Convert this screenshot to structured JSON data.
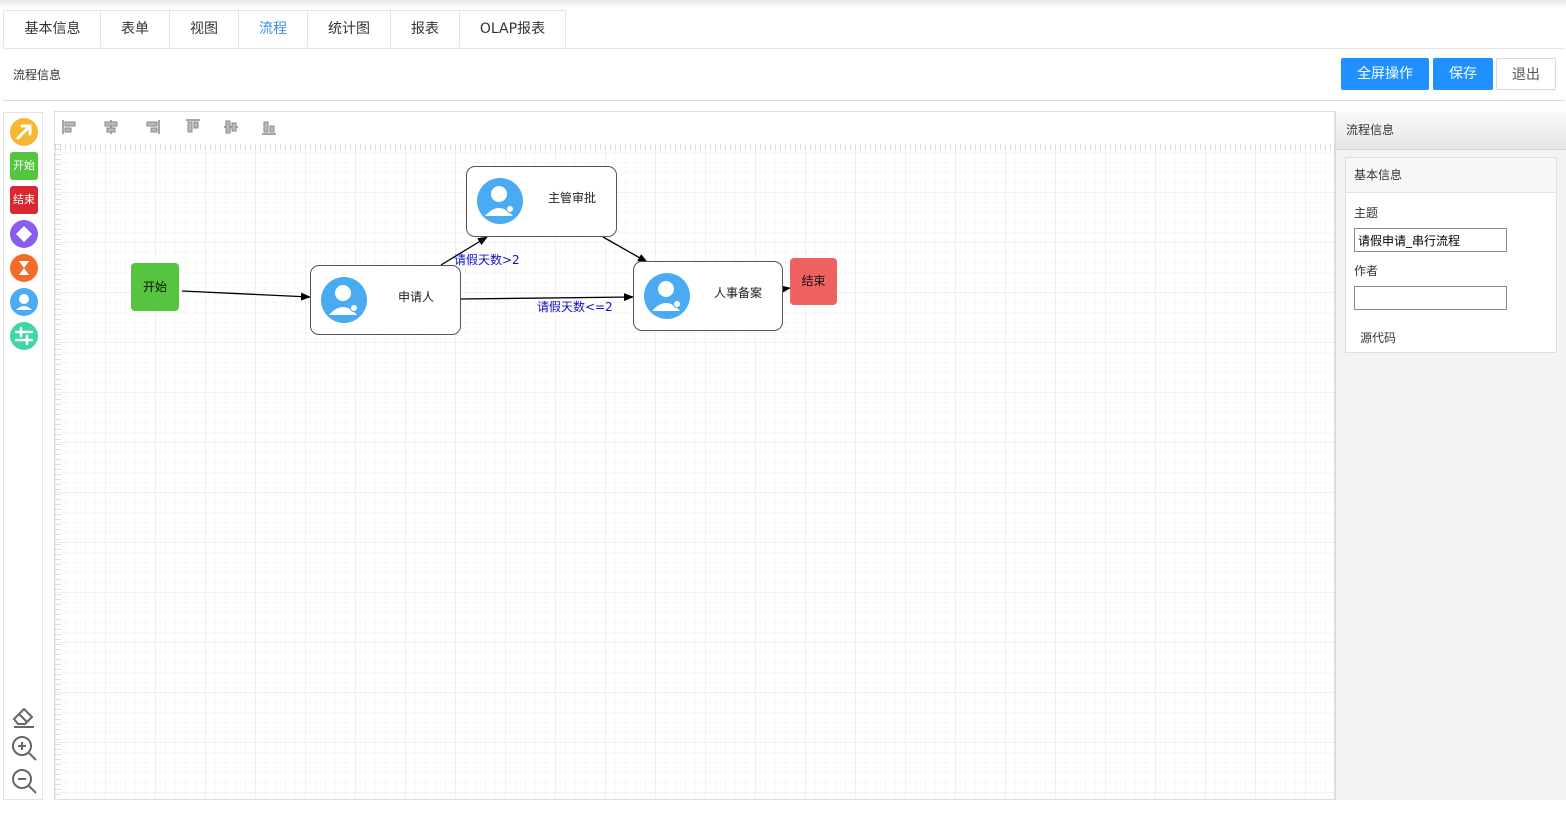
{
  "tabs": [
    {
      "label": "基本信息"
    },
    {
      "label": "表单"
    },
    {
      "label": "视图"
    },
    {
      "label": "流程",
      "active": true
    },
    {
      "label": "统计图"
    },
    {
      "label": "报表"
    },
    {
      "label": "OLAP报表"
    }
  ],
  "toolbar": {
    "title": "流程信息",
    "fullscreen_label": "全屏操作",
    "save_label": "保存",
    "exit_label": "退出"
  },
  "palette": {
    "start_label": "开始",
    "end_label": "结束"
  },
  "diagram": {
    "start_label": "开始",
    "end_label": "结束",
    "nodes": [
      {
        "label": "申请人"
      },
      {
        "label": "主管审批"
      },
      {
        "label": "人事备案"
      }
    ],
    "edges": [
      {
        "label": "请假天数>2"
      },
      {
        "label": "请假天数<=2"
      }
    ]
  },
  "right_panel": {
    "header": "流程信息",
    "section_title": "基本信息",
    "subject_label": "主题",
    "subject_value": "请假申请_串行流程",
    "author_label": "作者",
    "author_value": "",
    "source_link": "源代码"
  },
  "colors": {
    "primary": "#1e90ff",
    "start_green": "#55c43e",
    "end_red": "#f06262",
    "avatar_blue": "#4aaaf2"
  }
}
